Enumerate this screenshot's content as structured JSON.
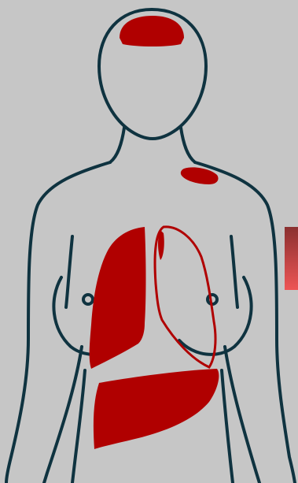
{
  "figure": {
    "subject": "female-torso-outline",
    "colors": {
      "background": "#c6c6c6",
      "outline": "#0f3340",
      "affected_fill": "#b00000",
      "affected_outline": "#b00000",
      "bar_top": "#8a3030",
      "bar_bottom": "#ee5555"
    },
    "regions": [
      {
        "name": "brain",
        "state": "affected"
      },
      {
        "name": "shoulder-bone",
        "state": "affected"
      },
      {
        "name": "right-lung",
        "state": "affected"
      },
      {
        "name": "left-lung",
        "state": "partial"
      },
      {
        "name": "liver",
        "state": "affected"
      }
    ]
  }
}
